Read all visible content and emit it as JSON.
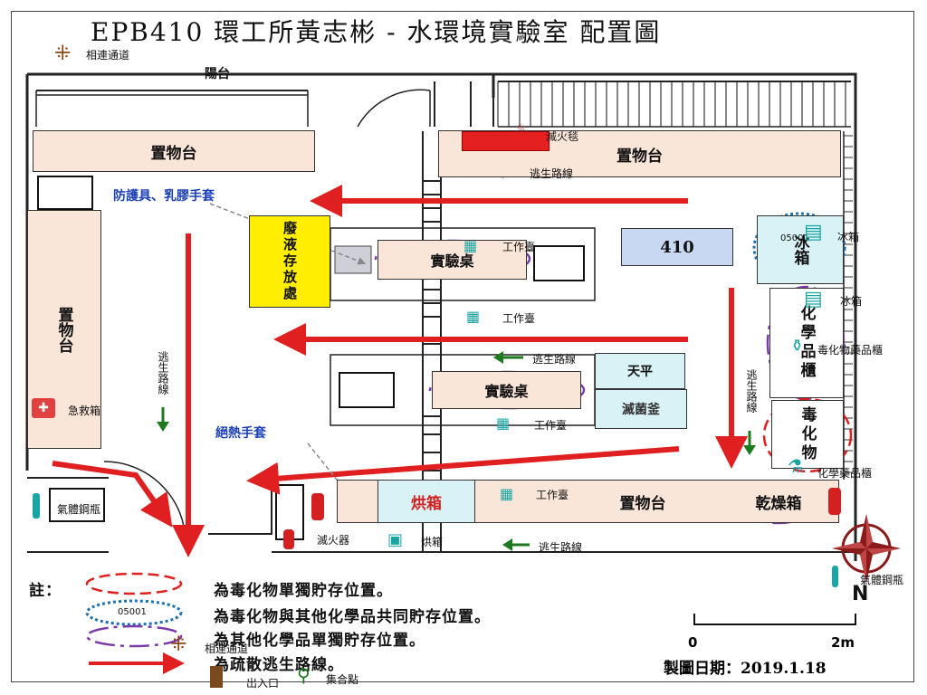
{
  "title": "EPB410 環工所黃志彬 - 水環境實驗室 配置圖",
  "balcony_label": "陽台",
  "room_number": "410",
  "benches": {
    "shelf_top_left": "置物台",
    "shelf_top_right": "置物台",
    "shelf_left": "置物台",
    "shelf_bottom": "置物台",
    "waste": "廢液存放處",
    "lab_table_1": "實驗桌",
    "lab_table_2": "實驗桌",
    "balance": "天平",
    "autoclave": "滅菌釜",
    "oven": "烘箱",
    "dryer": "乾燥箱",
    "fridge": "冰箱",
    "chem_cabinet": "化學品櫃",
    "toxic": "毒化物",
    "fire_box_red": "滅火毯"
  },
  "annotations": {
    "connect_passage_top": "相連通道",
    "fire_blanket": "滅火毯",
    "escape_top": "逃生路線",
    "ppe": "防護具、乳膠手套",
    "workbench_1a": "工作臺",
    "workbench_1b": "工作臺",
    "escape_mid": "逃生路線",
    "workbench_2": "工作臺",
    "workbench_3": "工作臺",
    "escape_vertical_left": "逃生路線",
    "escape_vertical_right": "逃生路線",
    "first_aid": "急救箱",
    "insulated_gloves": "絕熱手套",
    "gas_cylinder_left": "氣體鋼瓶",
    "extinguisher": "滅火器",
    "oven_icon": "烘箱",
    "escape_bottom": "逃生路線",
    "gas_cylinder_right": "氣體鋼瓶",
    "fridge_icon": "冰箱",
    "fridge_icon2": "冰箱",
    "toxic_cabinet": "毒化物藥品櫃",
    "chem_cabinet_icon": "化學藥品櫃",
    "fridge_code": "05001"
  },
  "legend": {
    "title": "註：",
    "code": "05001",
    "items": [
      "為毒化物單獨貯存位置。",
      "為毒化物與其他化學品共同貯存位置。",
      "為其他化學品單獨貯存位置。",
      "為疏散逃生路線。"
    ],
    "connect_passage": "相連通道",
    "entrance": "出入口",
    "assembly": "集合點"
  },
  "scale": {
    "zero": "0",
    "max": "2m"
  },
  "compass": "N",
  "date": "製圖日期：2019.1.18",
  "colors": {
    "escape": "#e02020",
    "peach": "#fae6d8",
    "yellow": "#ffee00",
    "light_blue": "#dfeef8",
    "cyan": "#d8f2f6",
    "green": "#1e7a1e",
    "teal": "#1aa5a5",
    "purple": "#7a3aa8",
    "blue": "#1b6fb4",
    "compass": "#8b1a1a"
  }
}
